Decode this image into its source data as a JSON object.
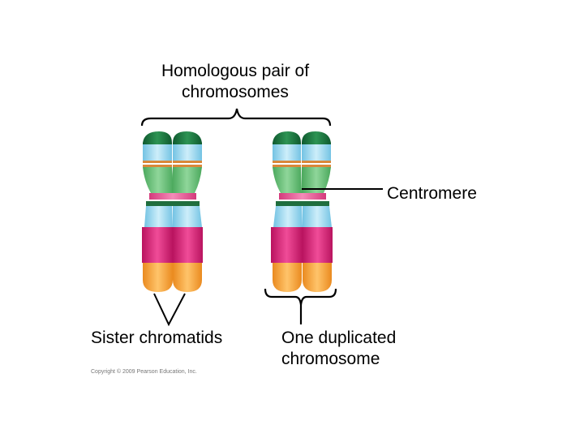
{
  "title_line1": "Homologous pair of",
  "title_line2": "chromosomes",
  "labels": {
    "centromere": "Centromere",
    "sister_chromatids": "Sister chromatids",
    "duplicated_line1": "One duplicated",
    "duplicated_line2": "chromosome"
  },
  "copyright": "Copyright © 2009 Pearson Education, Inc.",
  "colors": {
    "dark_green": "#1f7a45",
    "light_green": "#6cc27a",
    "cyan": "#9ed8ee",
    "orange_band": "#d9883a",
    "pink_band": "#e84a8c",
    "magenta": "#d8237a",
    "orange_tip": "#f7a43a"
  }
}
